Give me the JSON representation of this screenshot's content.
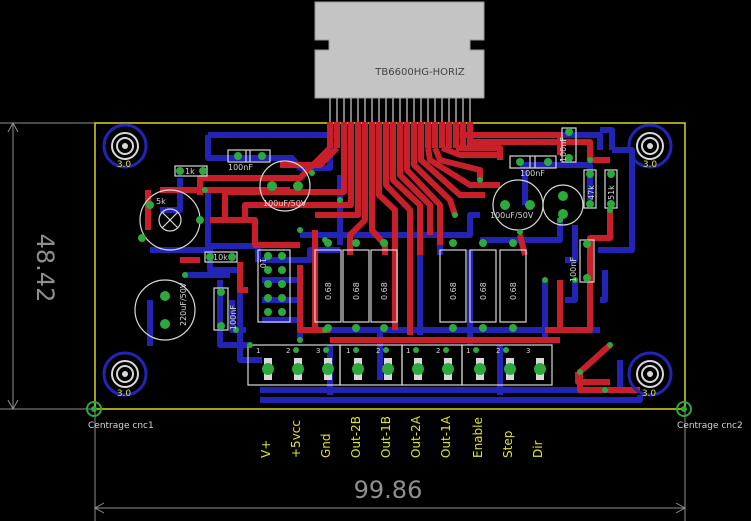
{
  "board": {
    "chip_label": "TB6600HG-HORIZ",
    "height_dim": "48.42",
    "width_dim": "99.86",
    "mark_left": "Centrage cnc1",
    "mark_right": "Centrage cnc2",
    "mount_holes": [
      "3.0",
      "3.0",
      "3.0",
      "3.0"
    ],
    "connector_labels": [
      "V+",
      "+5vcc",
      "Gnd",
      "Out-2B",
      "Out-1B",
      "Out-2A",
      "Out-1A",
      "Enable",
      "Step",
      "Dir"
    ],
    "components": {
      "r_1k": "1k",
      "pot_5k": "5k",
      "r_10k": "10k",
      "cap_100nf_a": "100nF",
      "cap_100nf_b": "100nF",
      "cap_100nf_c": "100nF",
      "cap_100nf_d": "100nF",
      "cap_100nf_e": "100nF",
      "elec_100uf_a": "100uF/50V",
      "elec_100uf_b": "100uF/50V",
      "elec_220uf": "220uF/50V",
      "header_10": "10",
      "r_47k": "47k",
      "r_51k": "51k",
      "shunts": [
        "0.68",
        "0.68",
        "0.68",
        "0.68",
        "0.68",
        "0.68"
      ],
      "terminal_pins": [
        "1",
        "2",
        "3",
        "1",
        "2",
        "1",
        "2",
        "1",
        "2",
        "3"
      ]
    },
    "colors": {
      "board_outline": "#d8d820",
      "top_copper": "#c8202a",
      "bottom_copper": "#2424b4",
      "pads": "#2ca83c",
      "silkscreen": "#d8d8d8"
    }
  }
}
